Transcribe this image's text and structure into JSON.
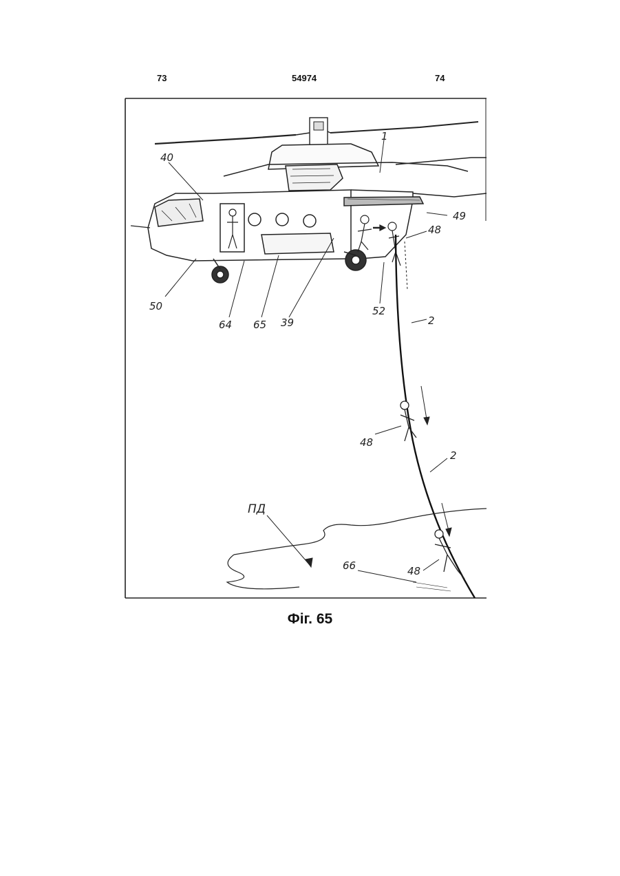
{
  "header": {
    "page_left": "73",
    "patent_number": "54974",
    "page_right": "74"
  },
  "figure": {
    "labels": {
      "l1": "1",
      "l40": "40",
      "l49": "49",
      "l48a": "48",
      "l50": "50",
      "l64": "64",
      "l65": "65",
      "l39": "39",
      "l52": "52",
      "l2a": "2",
      "l48b": "48",
      "l2b": "2",
      "lPD": "ПД",
      "l66": "66",
      "l48c": "48"
    }
  },
  "caption": "Фiг. 65"
}
